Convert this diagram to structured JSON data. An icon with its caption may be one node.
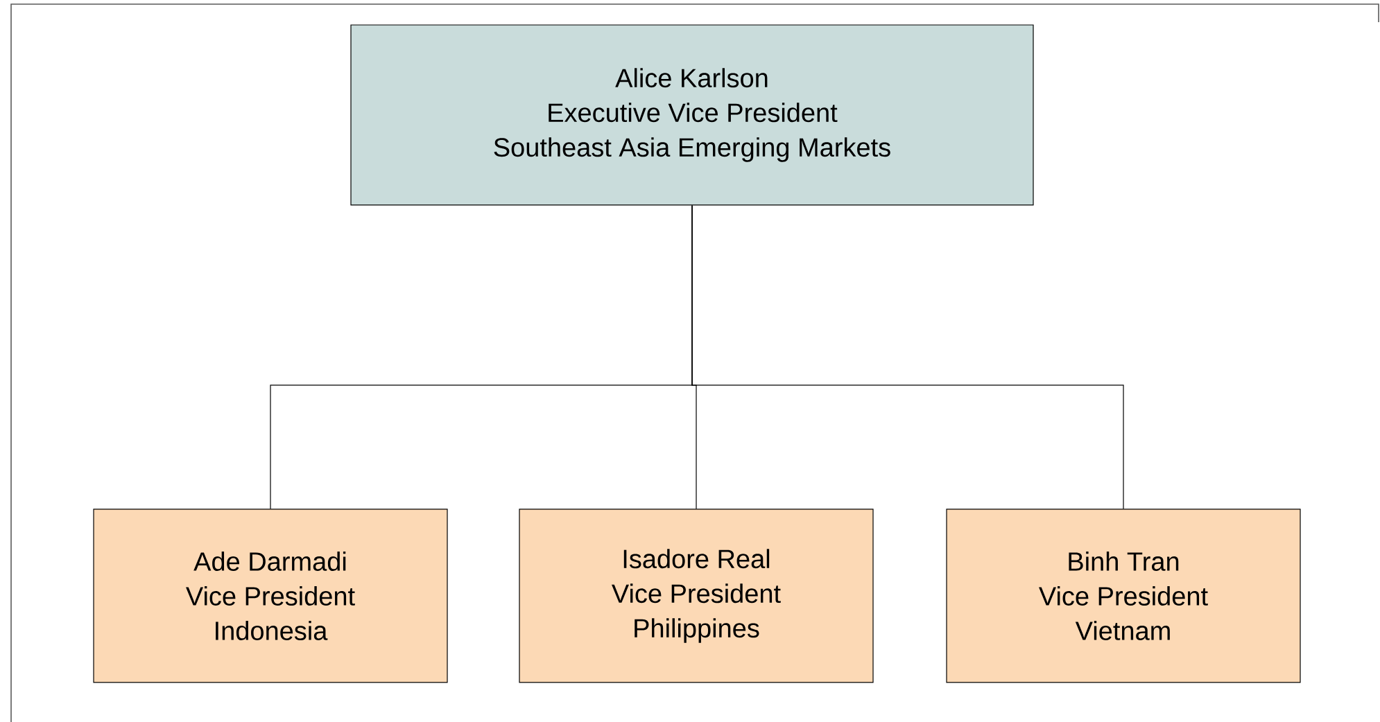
{
  "diagram": {
    "nodes": [
      {
        "text": [
          "Alice Karlson",
          "Executive Vice President",
          "Southeast Asia Emerging Markets"
        ]
      },
      {
        "text": [
          "Ade Darmadi",
          "Vice President",
          "Indonesia"
        ]
      },
      {
        "text": [
          "Isadore Real",
          "Vice President",
          "Philippines"
        ]
      },
      {
        "text": [
          "Binh Tran",
          "Vice President",
          "Vietnam"
        ]
      }
    ],
    "edges": [
      {
        "from": 0,
        "to": 1,
        "arrow": "none"
      },
      {
        "from": 0,
        "to": 2,
        "arrow": "none"
      },
      {
        "from": 0,
        "to": 3,
        "arrow": "none"
      }
    ]
  }
}
